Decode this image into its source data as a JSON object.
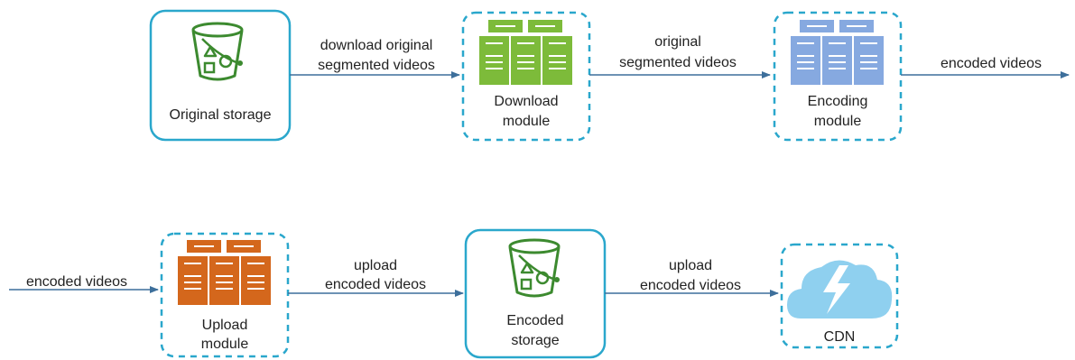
{
  "colors": {
    "box_border": "#2aa7cc",
    "arrow": "#3d6f9b",
    "bucket": "#3c8a2f",
    "download_server": "#7dbb3a",
    "encoding_server": "#86a9e0",
    "upload_server": "#d4671c",
    "cdn_cloud": "#8fd0ef",
    "cdn_bolt": "#ffffff"
  },
  "nodes": {
    "original_storage": {
      "label": "Original storage",
      "icon": "bucket-icon"
    },
    "download_module": {
      "label_line1": "Download",
      "label_line2": "module",
      "icon": "server-icon"
    },
    "encoding_module": {
      "label_line1": "Encoding",
      "label_line2": "module",
      "icon": "server-icon"
    },
    "upload_module": {
      "label_line1": "Upload",
      "label_line2": "module",
      "icon": "server-icon"
    },
    "encoded_storage": {
      "label_line1": "Encoded",
      "label_line2": "storage",
      "icon": "bucket-icon"
    },
    "cdn": {
      "label": "CDN",
      "icon": "cloud-lightning-icon"
    }
  },
  "edges": {
    "storage_to_download": {
      "line1": "download original",
      "line2": "segmented videos"
    },
    "download_to_encoding": {
      "line1": "original",
      "line2": "segmented videos"
    },
    "encoding_out": {
      "line1": "encoded videos"
    },
    "upload_in": {
      "line1": "encoded videos"
    },
    "upload_to_storage": {
      "line1": "upload",
      "line2": "encoded videos"
    },
    "storage_to_cdn": {
      "line1": "upload",
      "line2": "encoded videos"
    }
  }
}
